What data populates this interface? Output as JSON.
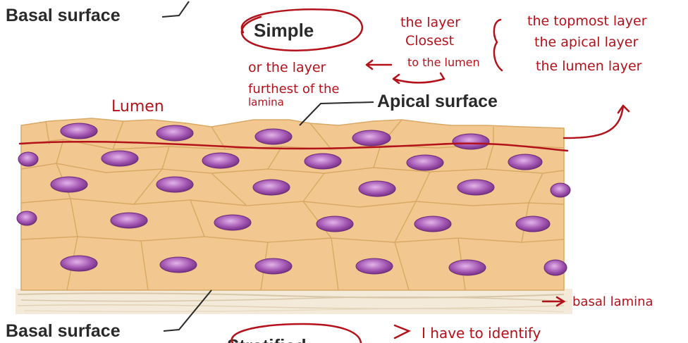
{
  "labels": {
    "basal_surface_top": "Basal surface",
    "simple": "Simple",
    "apical_surface": "Apical surface",
    "basal_surface_bottom": "Basal surface",
    "stratified": "Stratified"
  },
  "annotations": {
    "layer_closest_1": "the layer",
    "layer_closest_2": "Closest",
    "layer_closest_3": "to the lumen",
    "topmost_1": "the topmost layer",
    "topmost_2": "the apical layer",
    "topmost_3": "the lumen layer",
    "or_layer": "or the layer",
    "furthest_1": "furthest of the",
    "furthest_2": "lamina",
    "lumen": "Lumen",
    "basal_lamina": "basal lamina",
    "identify": "I have to identify"
  },
  "colors": {
    "cell_fill": "#f2c890",
    "cell_edge": "#d9a865",
    "nucleus": "#a154b0",
    "ink": "#b4121b"
  }
}
